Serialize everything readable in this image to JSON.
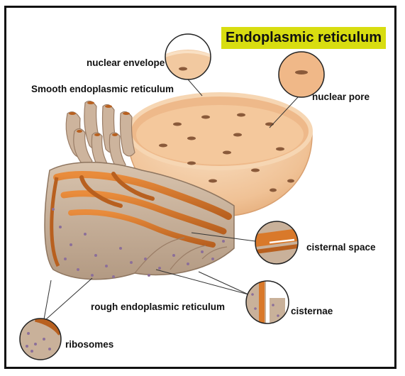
{
  "title": "Endoplasmic reticulum",
  "labels": {
    "nuclear_envelope": "nuclear envelope",
    "smooth_er": "Smooth endoplasmic reticulum",
    "nuclear_pore": "nuclear pore",
    "cisternal_space": "cisternal space",
    "rough_er": "rough endoplasmic reticulum",
    "cisternae": "cisternae",
    "ribosomes": "ribosomes"
  },
  "colors": {
    "title_bg": "#d8dd10",
    "nucleus": "#f2c9a0",
    "nucleus_dark": "#e5ad78",
    "er_membrane": "#c9b19a",
    "er_lumen": "#d9792a",
    "ribosome": "#8c6f99"
  }
}
